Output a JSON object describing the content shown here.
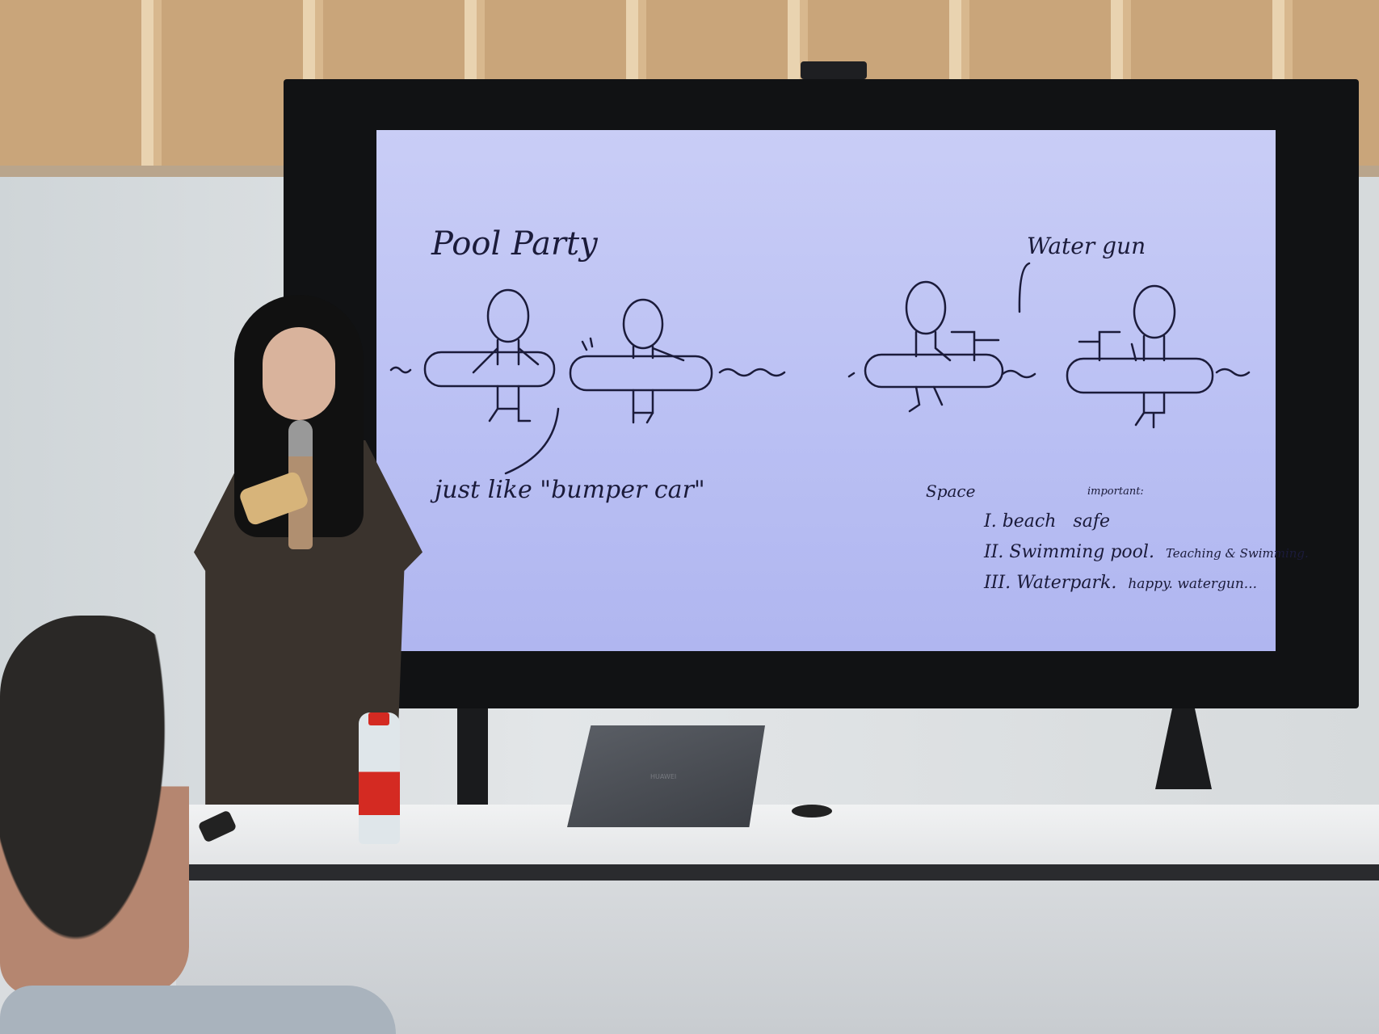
{
  "scene": {
    "description_type": "presentation photo",
    "colors": {
      "screen": "#b9bff3",
      "ink": "#1b1b3a",
      "bezel": "#111214",
      "camera_led": "#2f6ff0",
      "bottle_label": "#d42a22",
      "wood": "#c9a57a"
    }
  },
  "slide": {
    "title": "Pool Party",
    "watergun_label": "Water gun",
    "bumper_caption": "just like \"bumper car\"",
    "space_label": "Space",
    "important_label": "important:",
    "items": [
      {
        "numeral": "I",
        "place": "beach",
        "note": "safe"
      },
      {
        "numeral": "II",
        "place": "Swimming pool",
        "note": "Teaching & Swimming."
      },
      {
        "numeral": "III",
        "place": "Waterpark",
        "note": "happy. watergun..."
      }
    ]
  },
  "laptop": {
    "brand": "HUAWEI"
  }
}
